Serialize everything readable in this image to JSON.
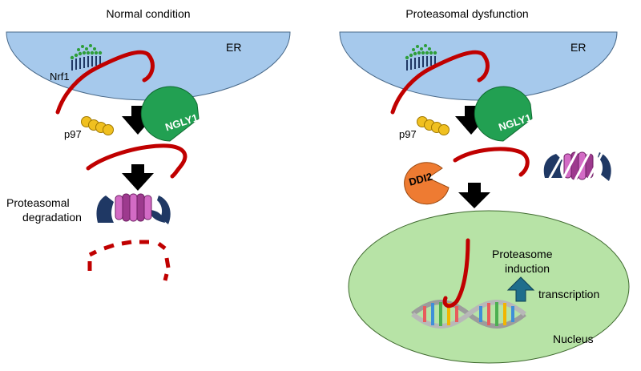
{
  "panels": {
    "left": {
      "title": "Normal condition",
      "er_label": "ER",
      "nrf1_label": "Nrf1",
      "p97_label": "p97",
      "ngly1_label": "NGLY1",
      "degradation_label_line1": "Proteasomal",
      "degradation_label_line2": "degradation"
    },
    "right": {
      "title": "Proteasomal dysfunction",
      "er_label": "ER",
      "p97_label": "p97",
      "ngly1_label": "NGLY1",
      "ddi2_label": "DDI2",
      "induction_line1": "Proteasome",
      "induction_line2": "induction",
      "transcription_label": "transcription",
      "nucleus_label": "Nucleus"
    }
  },
  "colors": {
    "er_fill": "#a6c9ec",
    "nucleus_fill": "#b7e3a6",
    "nrf1_red": "#c00000",
    "ngly1_green": "#22a052",
    "ddi2_orange": "#ee7b32",
    "p97_yellow": "#f0c020",
    "proteasome_navy": "#1f3864",
    "proteasome_purple": "#9d3a8e",
    "arrow_black": "#000000",
    "transcription_arrow": "#1f6e8c"
  }
}
